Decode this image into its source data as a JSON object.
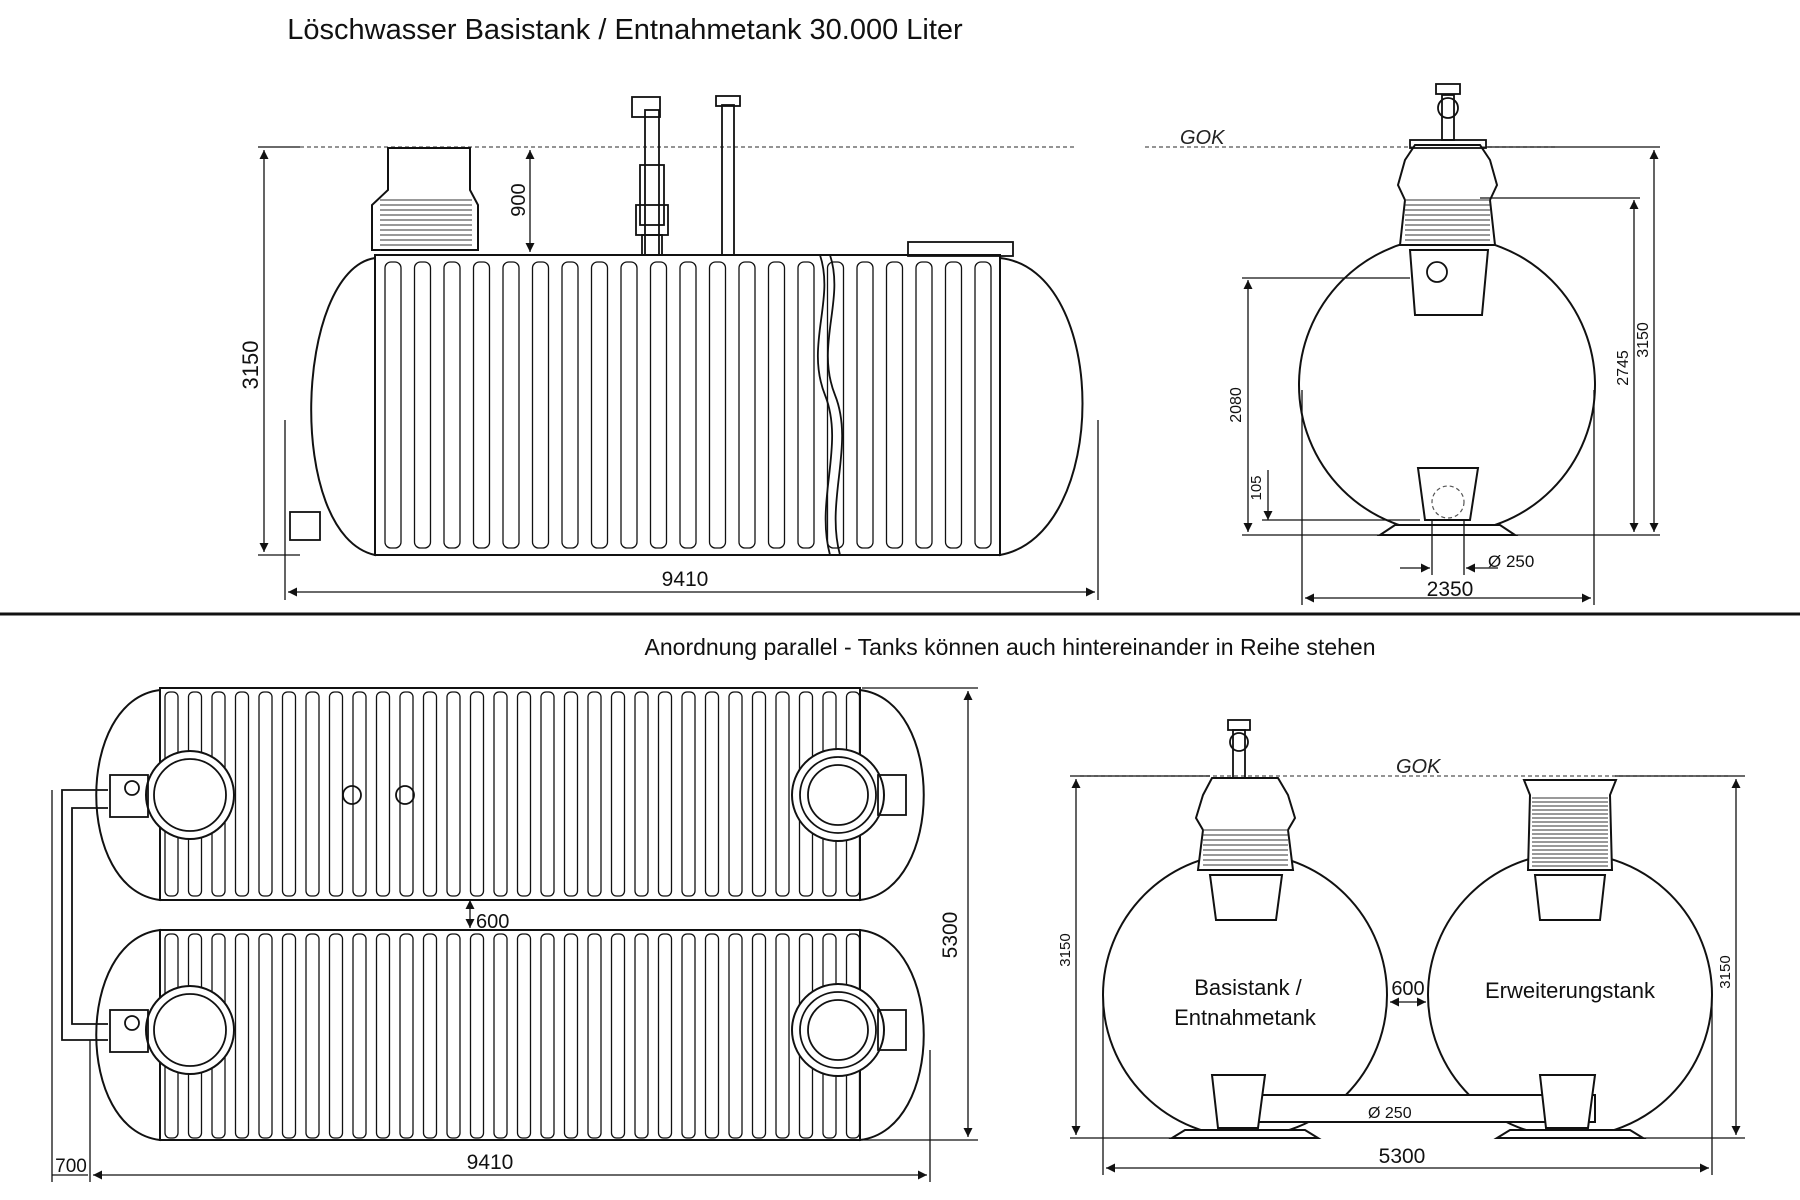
{
  "title": "Löschwasser Basistank / Entnahmetank 30.000 Liter",
  "subtitle": "Anordnung parallel - Tanks können auch hintereinander in Reihe stehen",
  "side_view": {
    "height": "3150",
    "length": "9410",
    "cover_depth": "900"
  },
  "cross_section": {
    "gok": "GOK",
    "height_2080": "2080",
    "height_105": "105",
    "height_2745": "2745",
    "height_3150": "3150",
    "diameter": "Ø 250",
    "width": "2350"
  },
  "plan_view": {
    "gap": "600",
    "width": "5300",
    "length": "9410",
    "offset": "700"
  },
  "parallel_section": {
    "gok": "GOK",
    "left_height": "3150",
    "right_height": "3150",
    "base_tank_line1": "Basistank /",
    "base_tank_line2": "Entnahmetank",
    "extension_tank": "Erweiterungstank",
    "gap": "600",
    "pipe_diameter": "Ø 250",
    "width": "5300"
  }
}
